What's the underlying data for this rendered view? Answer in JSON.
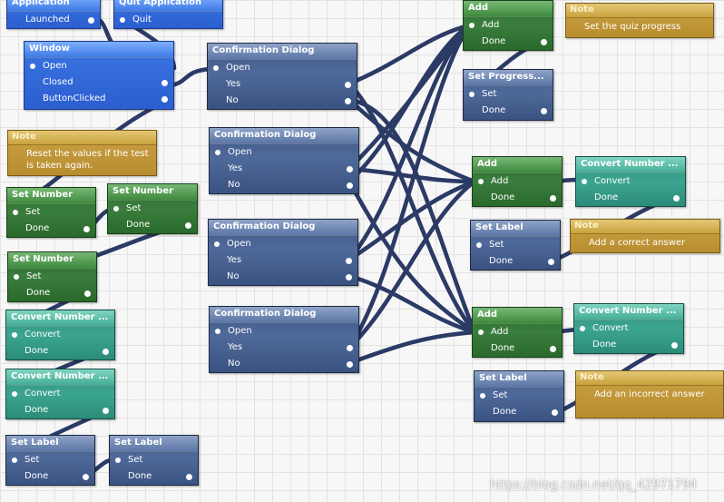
{
  "nodes": {
    "application": {
      "title": "Application",
      "launched": "Launched"
    },
    "quit_app": {
      "title": "Quit Application",
      "quit": "Quit"
    },
    "window": {
      "title": "Window",
      "open": "Open",
      "closed": "Closed",
      "button_clicked": "ButtonClicked"
    },
    "confirm1": {
      "title": "Confirmation Dialog",
      "open": "Open",
      "yes": "Yes",
      "no": "No"
    },
    "confirm2": {
      "title": "Confirmation Dialog",
      "open": "Open",
      "yes": "Yes",
      "no": "No"
    },
    "confirm3": {
      "title": "Confirmation Dialog",
      "open": "Open",
      "yes": "Yes",
      "no": "No"
    },
    "confirm4": {
      "title": "Confirmation Dialog",
      "open": "Open",
      "yes": "Yes",
      "no": "No"
    },
    "set_number1": {
      "title": "Set Number",
      "set": "Set",
      "done": "Done"
    },
    "set_number2": {
      "title": "Set Number",
      "set": "Set",
      "done": "Done"
    },
    "set_number3": {
      "title": "Set Number",
      "set": "Set",
      "done": "Done"
    },
    "convert_left1": {
      "title": "Convert Number ...",
      "convert": "Convert",
      "done": "Done"
    },
    "convert_left2": {
      "title": "Convert Number ...",
      "convert": "Convert",
      "done": "Done"
    },
    "set_label_left1": {
      "title": "Set Label",
      "set": "Set",
      "done": "Done"
    },
    "set_label_left2": {
      "title": "Set Label",
      "set": "Set",
      "done": "Done"
    },
    "add_top": {
      "title": "Add",
      "add": "Add",
      "done": "Done"
    },
    "set_progress": {
      "title": "Set Progress...",
      "set": "Set",
      "done": "Done"
    },
    "add_mid": {
      "title": "Add",
      "add": "Add",
      "done": "Done"
    },
    "convert_mid": {
      "title": "Convert Number ...",
      "convert": "Convert",
      "done": "Done"
    },
    "set_label_mid": {
      "title": "Set Label",
      "set": "Set",
      "done": "Done"
    },
    "add_bot": {
      "title": "Add",
      "add": "Add",
      "done": "Done"
    },
    "convert_bot": {
      "title": "Convert Number ...",
      "convert": "Convert",
      "done": "Done"
    },
    "set_label_bot": {
      "title": "Set Label",
      "set": "Set",
      "done": "Done"
    }
  },
  "notes": {
    "quiz_progress": {
      "title": "Note",
      "text": "Set the quiz progress"
    },
    "reset": {
      "title": "Note",
      "text": "Reset the values if the test is taken again."
    },
    "correct": {
      "title": "Note",
      "text": "Add a correct answer"
    },
    "incorrect": {
      "title": "Note",
      "text": "Add an incorrect answer"
    }
  },
  "watermark": "https://blog.csdn.net/qq_42971794",
  "colors": {
    "wire": "#2c3a66",
    "wire_highlight": "#8e9bd0"
  }
}
